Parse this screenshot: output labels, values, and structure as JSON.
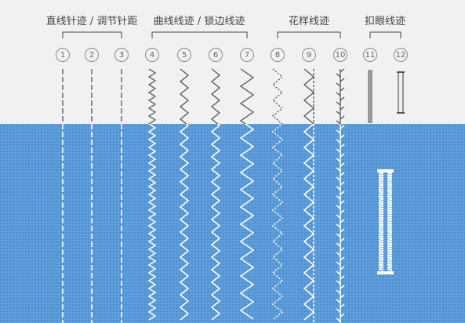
{
  "groups": [
    {
      "label": "直线针迹 / 调节针距"
    },
    {
      "label": "曲线线迹 / 锁边线迹"
    },
    {
      "label": "花样线迹"
    },
    {
      "label": "扣眼线迹"
    }
  ],
  "stitches": [
    {
      "number": "1",
      "type": "straight-dashed"
    },
    {
      "number": "2",
      "type": "straight-dashed"
    },
    {
      "number": "3",
      "type": "straight-dashed"
    },
    {
      "number": "4",
      "type": "zigzag-dense"
    },
    {
      "number": "5",
      "type": "zigzag"
    },
    {
      "number": "6",
      "type": "zigzag"
    },
    {
      "number": "7",
      "type": "zigzag-wide"
    },
    {
      "number": "8",
      "type": "zigzag-dotted"
    },
    {
      "number": "9",
      "type": "zigzag-overlock"
    },
    {
      "number": "10",
      "type": "featherstitch"
    },
    {
      "number": "11",
      "type": "buttonhole-satin"
    },
    {
      "number": "12",
      "type": "buttonhole-bar"
    }
  ],
  "colors": {
    "background": "#f1f1f1",
    "fabric": "#5a9ad8",
    "thread_on_fabric": "#ffffff",
    "thread_on_paper": "#555555",
    "bracket": "#444444"
  }
}
